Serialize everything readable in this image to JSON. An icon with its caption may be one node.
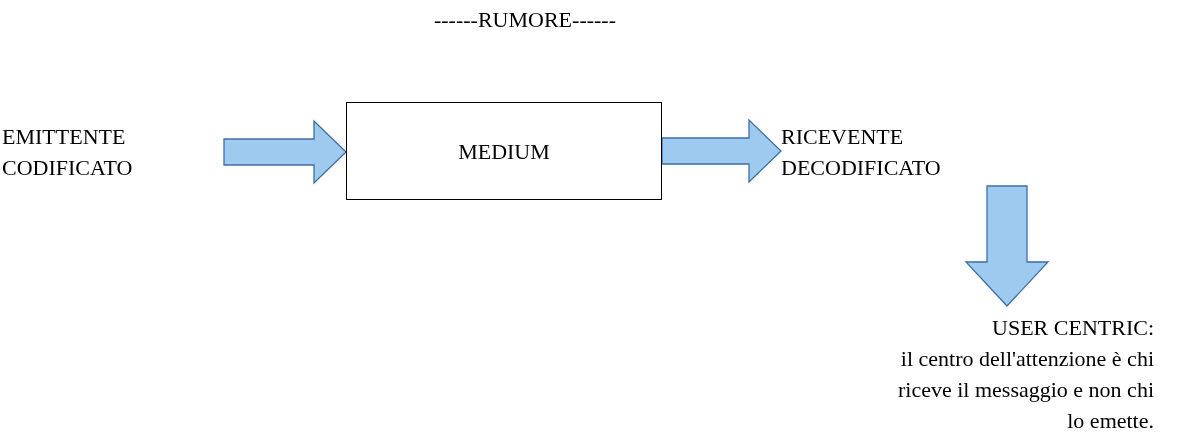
{
  "diagram": {
    "nodes": [
      {
        "text": [
          "EMITTENTE CODIFICATO"
        ]
      },
      {
        "text": [
          "MEDIUM"
        ]
      },
      {
        "text": [
          "RICEVENTE DECODIFICATO"
        ]
      },
      {
        "text": [
          "USER CENTRIC:",
          "il centro dell'attenzione è chi riceve il messaggio e non chi lo emette."
        ]
      }
    ],
    "edges": [
      {
        "from": 0,
        "to": 1,
        "arrow": "to"
      },
      {
        "from": 1,
        "to": 2,
        "arrow": "to"
      },
      {
        "from": 2,
        "to": 3,
        "arrow": "to"
      }
    ],
    "labels": [
      "------RUMORE------"
    ]
  }
}
